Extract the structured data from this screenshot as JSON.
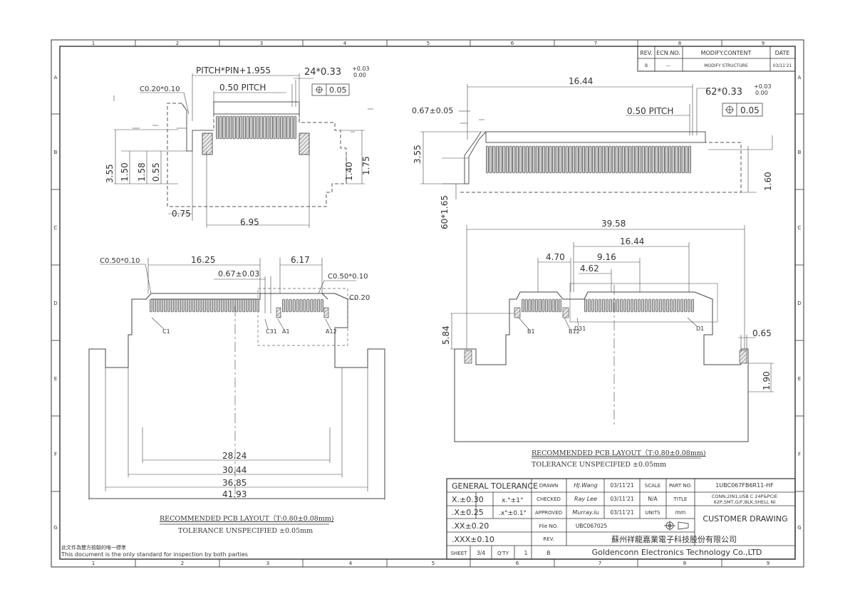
{
  "frame": {
    "columns_top": [
      "1",
      "2",
      "3",
      "4",
      "5",
      "6",
      "7",
      "8",
      "9"
    ],
    "columns_bottom": [
      "1",
      "2",
      "3",
      "4",
      "5",
      "6",
      "7",
      "8",
      "9"
    ],
    "rows": [
      "A",
      "B",
      "C",
      "D",
      "E",
      "F",
      "G"
    ]
  },
  "revision_table": {
    "headers": {
      "rev": "REV.",
      "ecn": "ECN.NO.",
      "content": "MODIFY.CONTENT",
      "date": "DATE"
    },
    "row": {
      "rev": "B",
      "ecn": "---",
      "content": "MODIFY STRUCTURE",
      "date": "03/11'21"
    }
  },
  "view_top_left": {
    "pitch_formula": "PITCH*PIN+1.955",
    "pin_dim": "24*0.33",
    "tol_up": "+0.03",
    "tol_down": "0.00",
    "chamfer": "C0.20*0.10",
    "pitch": "0.50 PITCH",
    "position_tol": "0.05",
    "dims_left": [
      "3.55",
      "1.50",
      "1.58",
      "0.55"
    ],
    "dims_right": [
      "1.40",
      "1.75"
    ],
    "dim_075": "0.75",
    "dim_695": "6.95"
  },
  "view_top_right": {
    "dim_1644": "16.44",
    "dim_067": "0.67±0.05",
    "pin_dim": "62*0.33",
    "tol_up": "+0.03",
    "tol_down": "0.00",
    "pitch": "0.50 PITCH",
    "position_tol": "0.05",
    "dim_355": "3.55",
    "dim_160": "1.60",
    "dim_60165": "60*1.65"
  },
  "view_bottom_left": {
    "chamfer_left": "C0.50*0.10",
    "dim_1625": "16.25",
    "dim_617": "6.17",
    "dim_067": "0.67±0.03",
    "chamfer_right": "C0.50*0.10",
    "chamfer_small": "C0.20",
    "pins": [
      "C1",
      "C31",
      "A1",
      "A12"
    ],
    "dims_bottom": [
      "28.24",
      "30.44",
      "36.85",
      "41.93"
    ],
    "note_title": "RECOMMENDED PCB LAYOUT（T:0.80±0.08mm)",
    "note_tolerance": "TOLERANCE UNSPECIFIED ±0.05mm"
  },
  "view_bottom_right": {
    "dim_3958": "39.58",
    "dim_1644": "16.44",
    "dim_470": "4.70",
    "dim_916": "9.16",
    "dim_462": "4.62",
    "dim_584": "5.84",
    "dim_065": "0.65",
    "dim_190": "1.90",
    "pins": [
      "B1",
      "B12",
      "D31",
      "D1"
    ],
    "note_title": "RECOMMENDED PCB LAYOUT（T:0.80±0.08mm)",
    "note_tolerance": "TOLERANCE UNSPECIFIED ±0.05mm"
  },
  "title_block": {
    "general_tolerance": "GENERAL TOLERANCE",
    "tol_x": "X.±0.30",
    "tol_xx": ".X±0.25",
    "tol_xxx": ".XX±0.20",
    "tol_xxxx": ".XXX±0.10",
    "angle_1": "x.°±1°",
    "angle_2": ".x°±0.1°",
    "drawn_label": "DRAWN",
    "drawn_name": "HJ.Wang",
    "drawn_date": "03/11'21",
    "checked_label": "CHECKED",
    "checked_name": "Ray Lee",
    "checked_date": "03/11'21",
    "approved_label": "APPROVED",
    "approved_name": "Murray.lu",
    "approved_date": "03/11'21",
    "scale_label": "SCALE",
    "scale_value": "",
    "na": "N/A",
    "title_label": "TITLE",
    "units_label": "UNITS",
    "units_value": "mm",
    "file_label": "File NO.",
    "file_value": "UBC067025",
    "part_label": "PART NO.",
    "part_value": "1UBC067FB6R11-HF",
    "title_line1": "CONN,2IN1,USB C 24P&PCIE",
    "title_line2": "62P,SMT,G/F,BLK,SHELL NI",
    "customer_drawing": "CUSTOMER DRAWING",
    "rev_label": "REV.",
    "sheet_label": "SHEET",
    "sheet_value": "3/4",
    "qty_label": "Q'TY",
    "qty_value": "1",
    "rev_value": "B",
    "company_cn": "蘇州祥龍嘉業電子科技股份有限公司",
    "company_en": "Goldenconn Electronics Technology Co.,LTD"
  },
  "footer": {
    "note_cn": "此文件為雙方檢驗的唯一標準",
    "note_en": "This document is the only standard for inspection by both parties"
  }
}
